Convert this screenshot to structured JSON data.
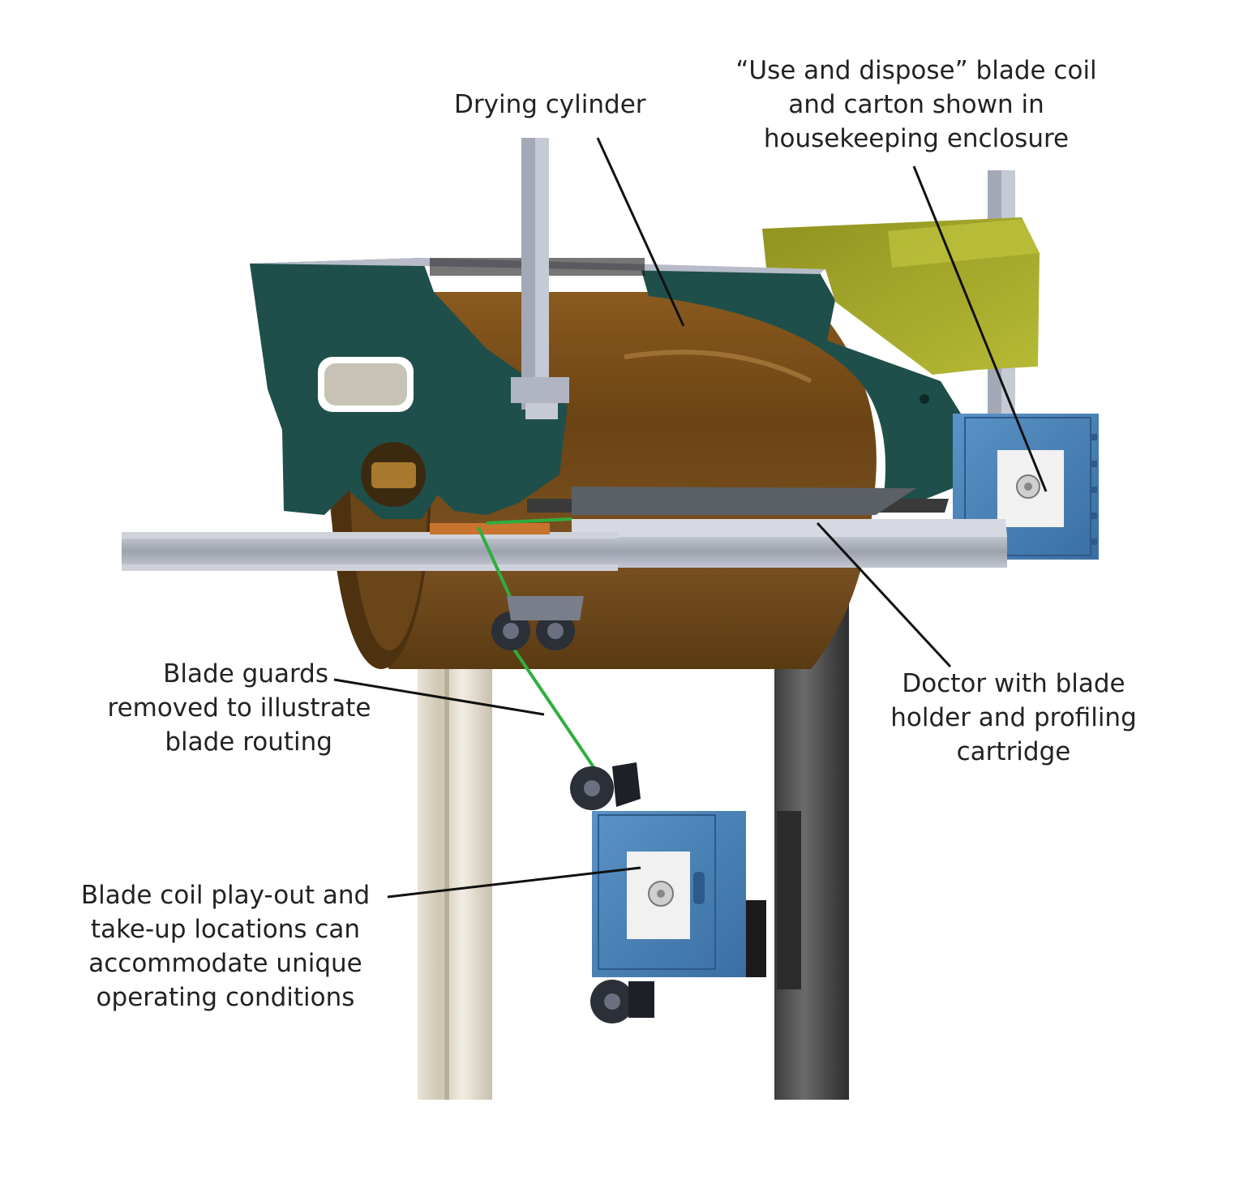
{
  "colors": {
    "frame_green": "#1f4f4a",
    "cylinder_brown": "#7a4f1a",
    "enclosure_olive": "#a9ad2c",
    "cabinet_blue": "#4a84b8",
    "steel_gray": "#a9aebb",
    "blade_green": "#2fae3f",
    "leader_line": "#111111"
  },
  "labels": {
    "drying_cylinder": "Drying cylinder",
    "use_dispose": {
      "line1": "“Use and dispose” blade coil",
      "line2": "and carton shown in",
      "line3": "housekeeping enclosure"
    },
    "doctor": {
      "line1": "Doctor with blade",
      "line2": "holder and profiling",
      "line3": "cartridge"
    },
    "blade_guards": {
      "line1": "Blade guards",
      "line2": "removed to illustrate",
      "line3": "blade routing"
    },
    "blade_coil": {
      "line1": "Blade coil play-out and",
      "line2": "take-up locations can",
      "line3": "accommodate unique",
      "line4": "operating conditions"
    }
  }
}
